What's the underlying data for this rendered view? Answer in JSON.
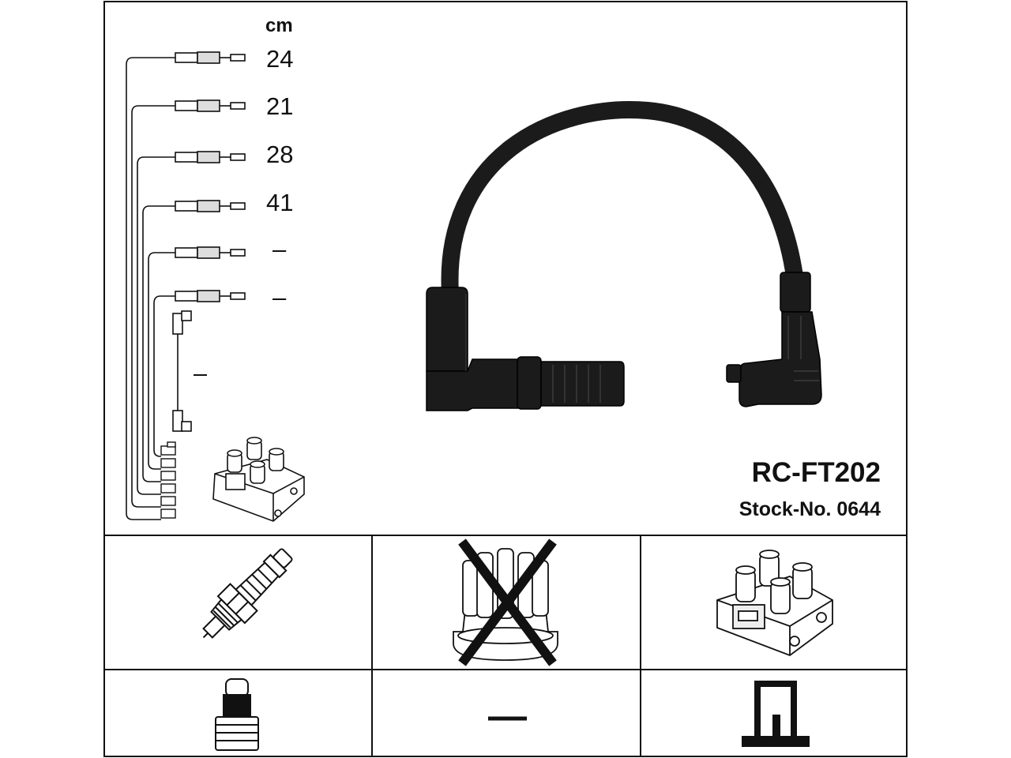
{
  "product": {
    "code": "RC-FT202",
    "stock_number": "Stock-No. 0644"
  },
  "lengths": {
    "unit": "cm",
    "items": [
      "24",
      "21",
      "28",
      "41",
      "–",
      "–"
    ],
    "short_lead": "–"
  },
  "compatibility": {
    "distributor_cap_excluded": true,
    "plug_terminal": "–"
  },
  "colors": {
    "line": "#111111",
    "cable": "#1b1b1b",
    "background": "#ffffff"
  }
}
